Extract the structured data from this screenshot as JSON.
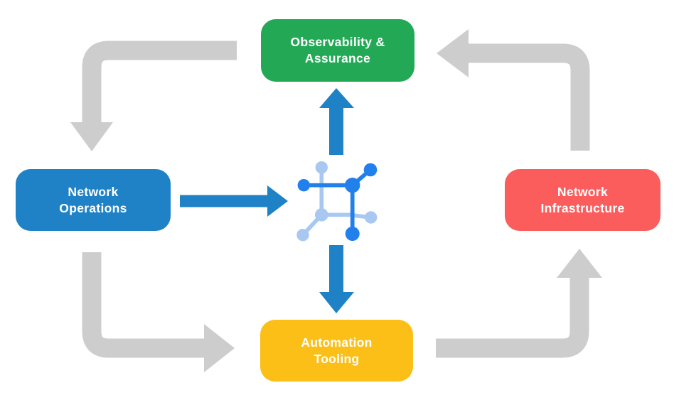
{
  "colors": {
    "background": "#ffffff",
    "observability_green": "#23a956",
    "operations_blue": "#2082c6",
    "infrastructure_red": "#fb5d5d",
    "automation_yellow": "#fbbf17",
    "arrow_gray": "#cdcdcd",
    "arrow_blue": "#2082c6",
    "icon_bright_blue": "#2180eb",
    "icon_light_blue": "#a8c8f2",
    "text_white": "#ffffff"
  },
  "nodes": {
    "observability": {
      "line1": "Observability &",
      "line2": "Assurance"
    },
    "operations": {
      "line1": "Network",
      "line2": "Operations"
    },
    "infrastructure": {
      "line1": "Network",
      "line2": "Infrastructure"
    },
    "automation": {
      "line1": "Automation",
      "line2": "Tooling"
    }
  },
  "center_icon": "network-platform-icon",
  "flows": {
    "gray_cycle": [
      "observability -> operations",
      "operations -> automation",
      "automation -> infrastructure",
      "infrastructure -> observability"
    ],
    "blue_links": [
      "operations -> platform-icon",
      "platform-icon -> observability",
      "platform-icon -> automation"
    ]
  }
}
